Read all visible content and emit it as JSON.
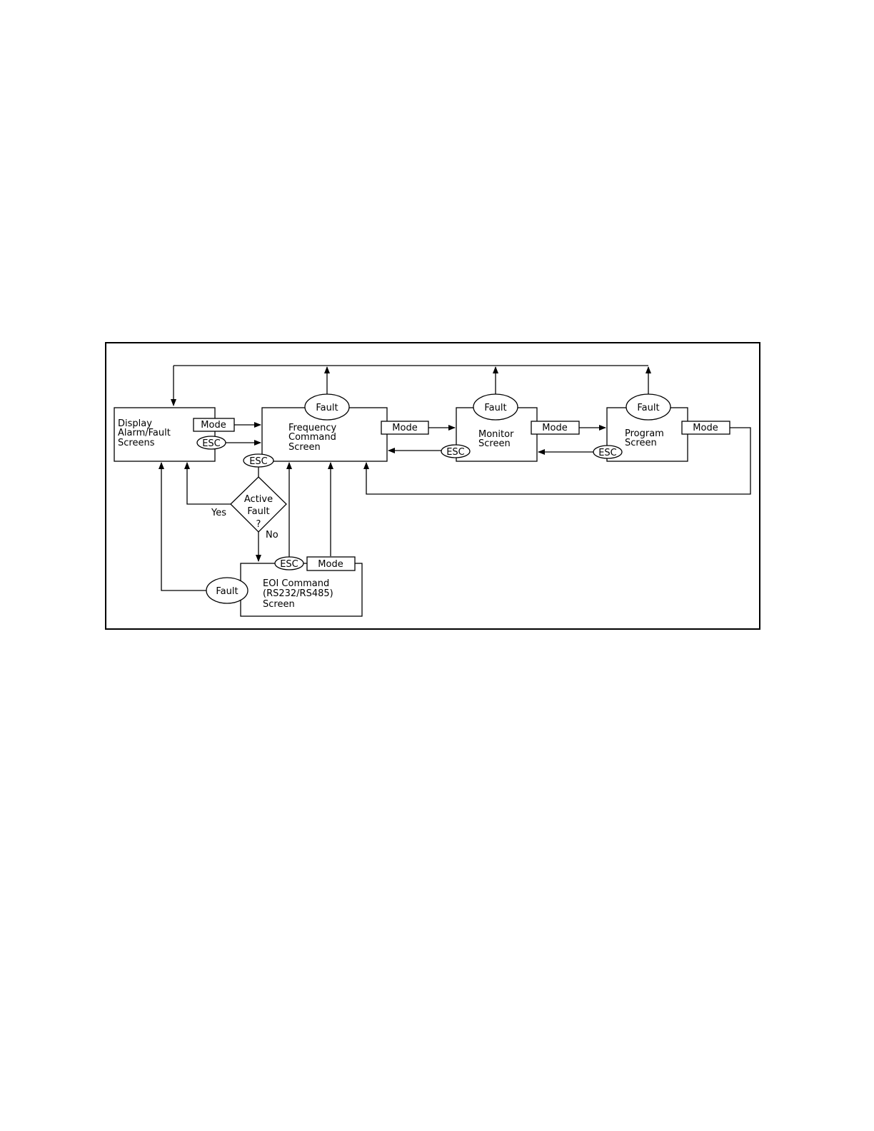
{
  "blocks": {
    "display": [
      "Display",
      "Alarm/Fault",
      "Screens"
    ],
    "frequency": [
      "Frequency",
      "Command",
      "Screen"
    ],
    "monitor": [
      "Monitor",
      "Screen"
    ],
    "program": [
      "Program",
      "Screen"
    ],
    "eoi": [
      "EOI Command",
      "(RS232/RS485)",
      "Screen"
    ]
  },
  "decision": [
    "Active",
    "Fault",
    "?"
  ],
  "branches": {
    "yes": "Yes",
    "no": "No"
  },
  "keys": {
    "mode": "Mode",
    "esc": "ESC",
    "fault": "Fault"
  }
}
